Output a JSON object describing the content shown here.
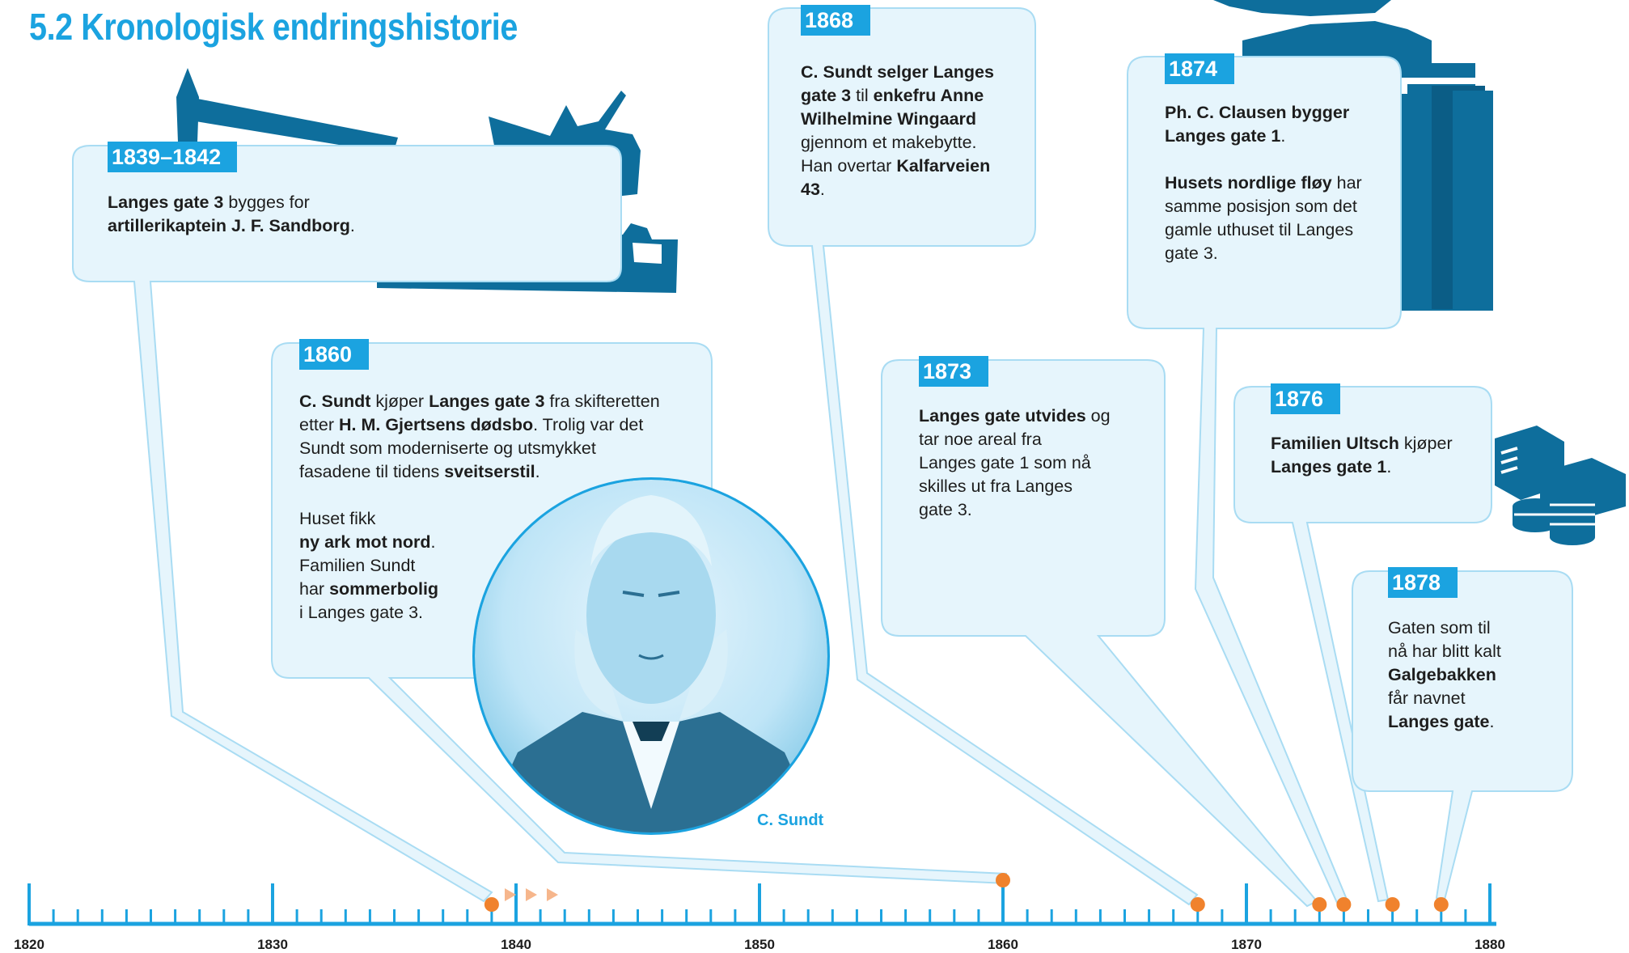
{
  "title": "5.2 Kronologisk endringshistorie",
  "colors": {
    "accent": "#1ba3e0",
    "dark_blue": "#0e6e9c",
    "box_fill": "#e6f5fc",
    "box_stroke": "#a9dcf3",
    "marker": "#f0822d"
  },
  "timeline": {
    "axis_labels": [
      "1820",
      "1830",
      "1840",
      "1850",
      "1860",
      "1870",
      "1880"
    ],
    "start_year": 1820,
    "end_year": 1880,
    "marker_years": [
      1839,
      1860,
      1868,
      1873,
      1874,
      1876,
      1878
    ]
  },
  "events": [
    {
      "year": "1839–1842",
      "lines": [
        [
          [
            "Langes gate 3",
            true
          ],
          [
            " bygges for",
            false
          ]
        ],
        [
          [
            "artillerikaptein J. F. Sandborg",
            true
          ],
          [
            ".",
            false
          ]
        ]
      ]
    },
    {
      "year": "1860",
      "paragraphs": [
        [
          [
            [
              "C. Sundt",
              true
            ],
            [
              " kjøper ",
              false
            ],
            [
              "Langes gate 3",
              true
            ],
            [
              " fra skifteretten",
              false
            ]
          ],
          [
            [
              "etter ",
              false
            ],
            [
              "H. M. Gjertsens dødsbo",
              true
            ],
            [
              ". Trolig var det",
              false
            ]
          ],
          [
            [
              "Sundt som moderniserte og utsmykket",
              false
            ]
          ],
          [
            [
              "fasadene til tidens ",
              false
            ],
            [
              "sveitserstil",
              true
            ],
            [
              ".",
              false
            ]
          ]
        ],
        [
          [
            [
              "Huset fikk",
              false
            ]
          ],
          [
            [
              "ny ark mot nord",
              true
            ],
            [
              ".",
              false
            ]
          ],
          [
            [
              "Familien Sundt",
              false
            ]
          ],
          [
            [
              "har ",
              false
            ],
            [
              "sommerbolig",
              true
            ]
          ],
          [
            [
              "i Langes gate 3.",
              false
            ]
          ]
        ]
      ]
    },
    {
      "year": "1868",
      "lines": [
        [
          [
            "C. Sundt selger Langes",
            true
          ]
        ],
        [
          [
            "gate 3",
            true
          ],
          [
            " til ",
            false
          ],
          [
            "enkefru Anne",
            true
          ]
        ],
        [
          [
            "Wilhelmine Wingaard",
            true
          ]
        ],
        [
          [
            "gjennom et makebytte.",
            false
          ]
        ],
        [
          [
            "Han overtar ",
            false
          ],
          [
            "Kalfarveien",
            true
          ]
        ],
        [
          [
            "43",
            true
          ],
          [
            ".",
            false
          ]
        ]
      ]
    },
    {
      "year": "1873",
      "lines": [
        [
          [
            "Langes gate utvides",
            true
          ],
          [
            " og",
            false
          ]
        ],
        [
          [
            "tar noe areal fra",
            false
          ]
        ],
        [
          [
            "Langes gate 1 som nå",
            false
          ]
        ],
        [
          [
            "skilles ut fra Langes",
            false
          ]
        ],
        [
          [
            "gate 3.",
            false
          ]
        ]
      ]
    },
    {
      "year": "1874",
      "paragraphs": [
        [
          [
            [
              "Ph. C. Clausen bygger",
              true
            ]
          ],
          [
            [
              "Langes gate 1",
              true
            ],
            [
              ".",
              false
            ]
          ]
        ],
        [
          [
            [
              "Husets nordlige fløy",
              true
            ],
            [
              " har",
              false
            ]
          ],
          [
            [
              "samme posisjon som det",
              false
            ]
          ],
          [
            [
              "gamle uthuset til Langes",
              false
            ]
          ],
          [
            [
              "gate 3.",
              false
            ]
          ]
        ]
      ]
    },
    {
      "year": "1876",
      "lines": [
        [
          [
            "Familien Ultsch",
            true
          ],
          [
            " kjøper",
            false
          ]
        ],
        [
          [
            "Langes gate 1",
            true
          ],
          [
            ".",
            false
          ]
        ]
      ]
    },
    {
      "year": "1878",
      "lines": [
        [
          [
            "Gaten som til",
            false
          ]
        ],
        [
          [
            "nå har blitt kalt",
            false
          ]
        ],
        [
          [
            "Galgebakken",
            true
          ]
        ],
        [
          [
            "får navnet",
            false
          ]
        ],
        [
          [
            "Langes gate",
            true
          ],
          [
            ".",
            false
          ]
        ]
      ]
    }
  ],
  "portrait_caption": "C. Sundt",
  "icons": [
    "hammer-icon",
    "carpenter-plane-icon",
    "hand-plane-icon",
    "house-stack-icon",
    "money-stack-icon",
    "portrait-image"
  ]
}
